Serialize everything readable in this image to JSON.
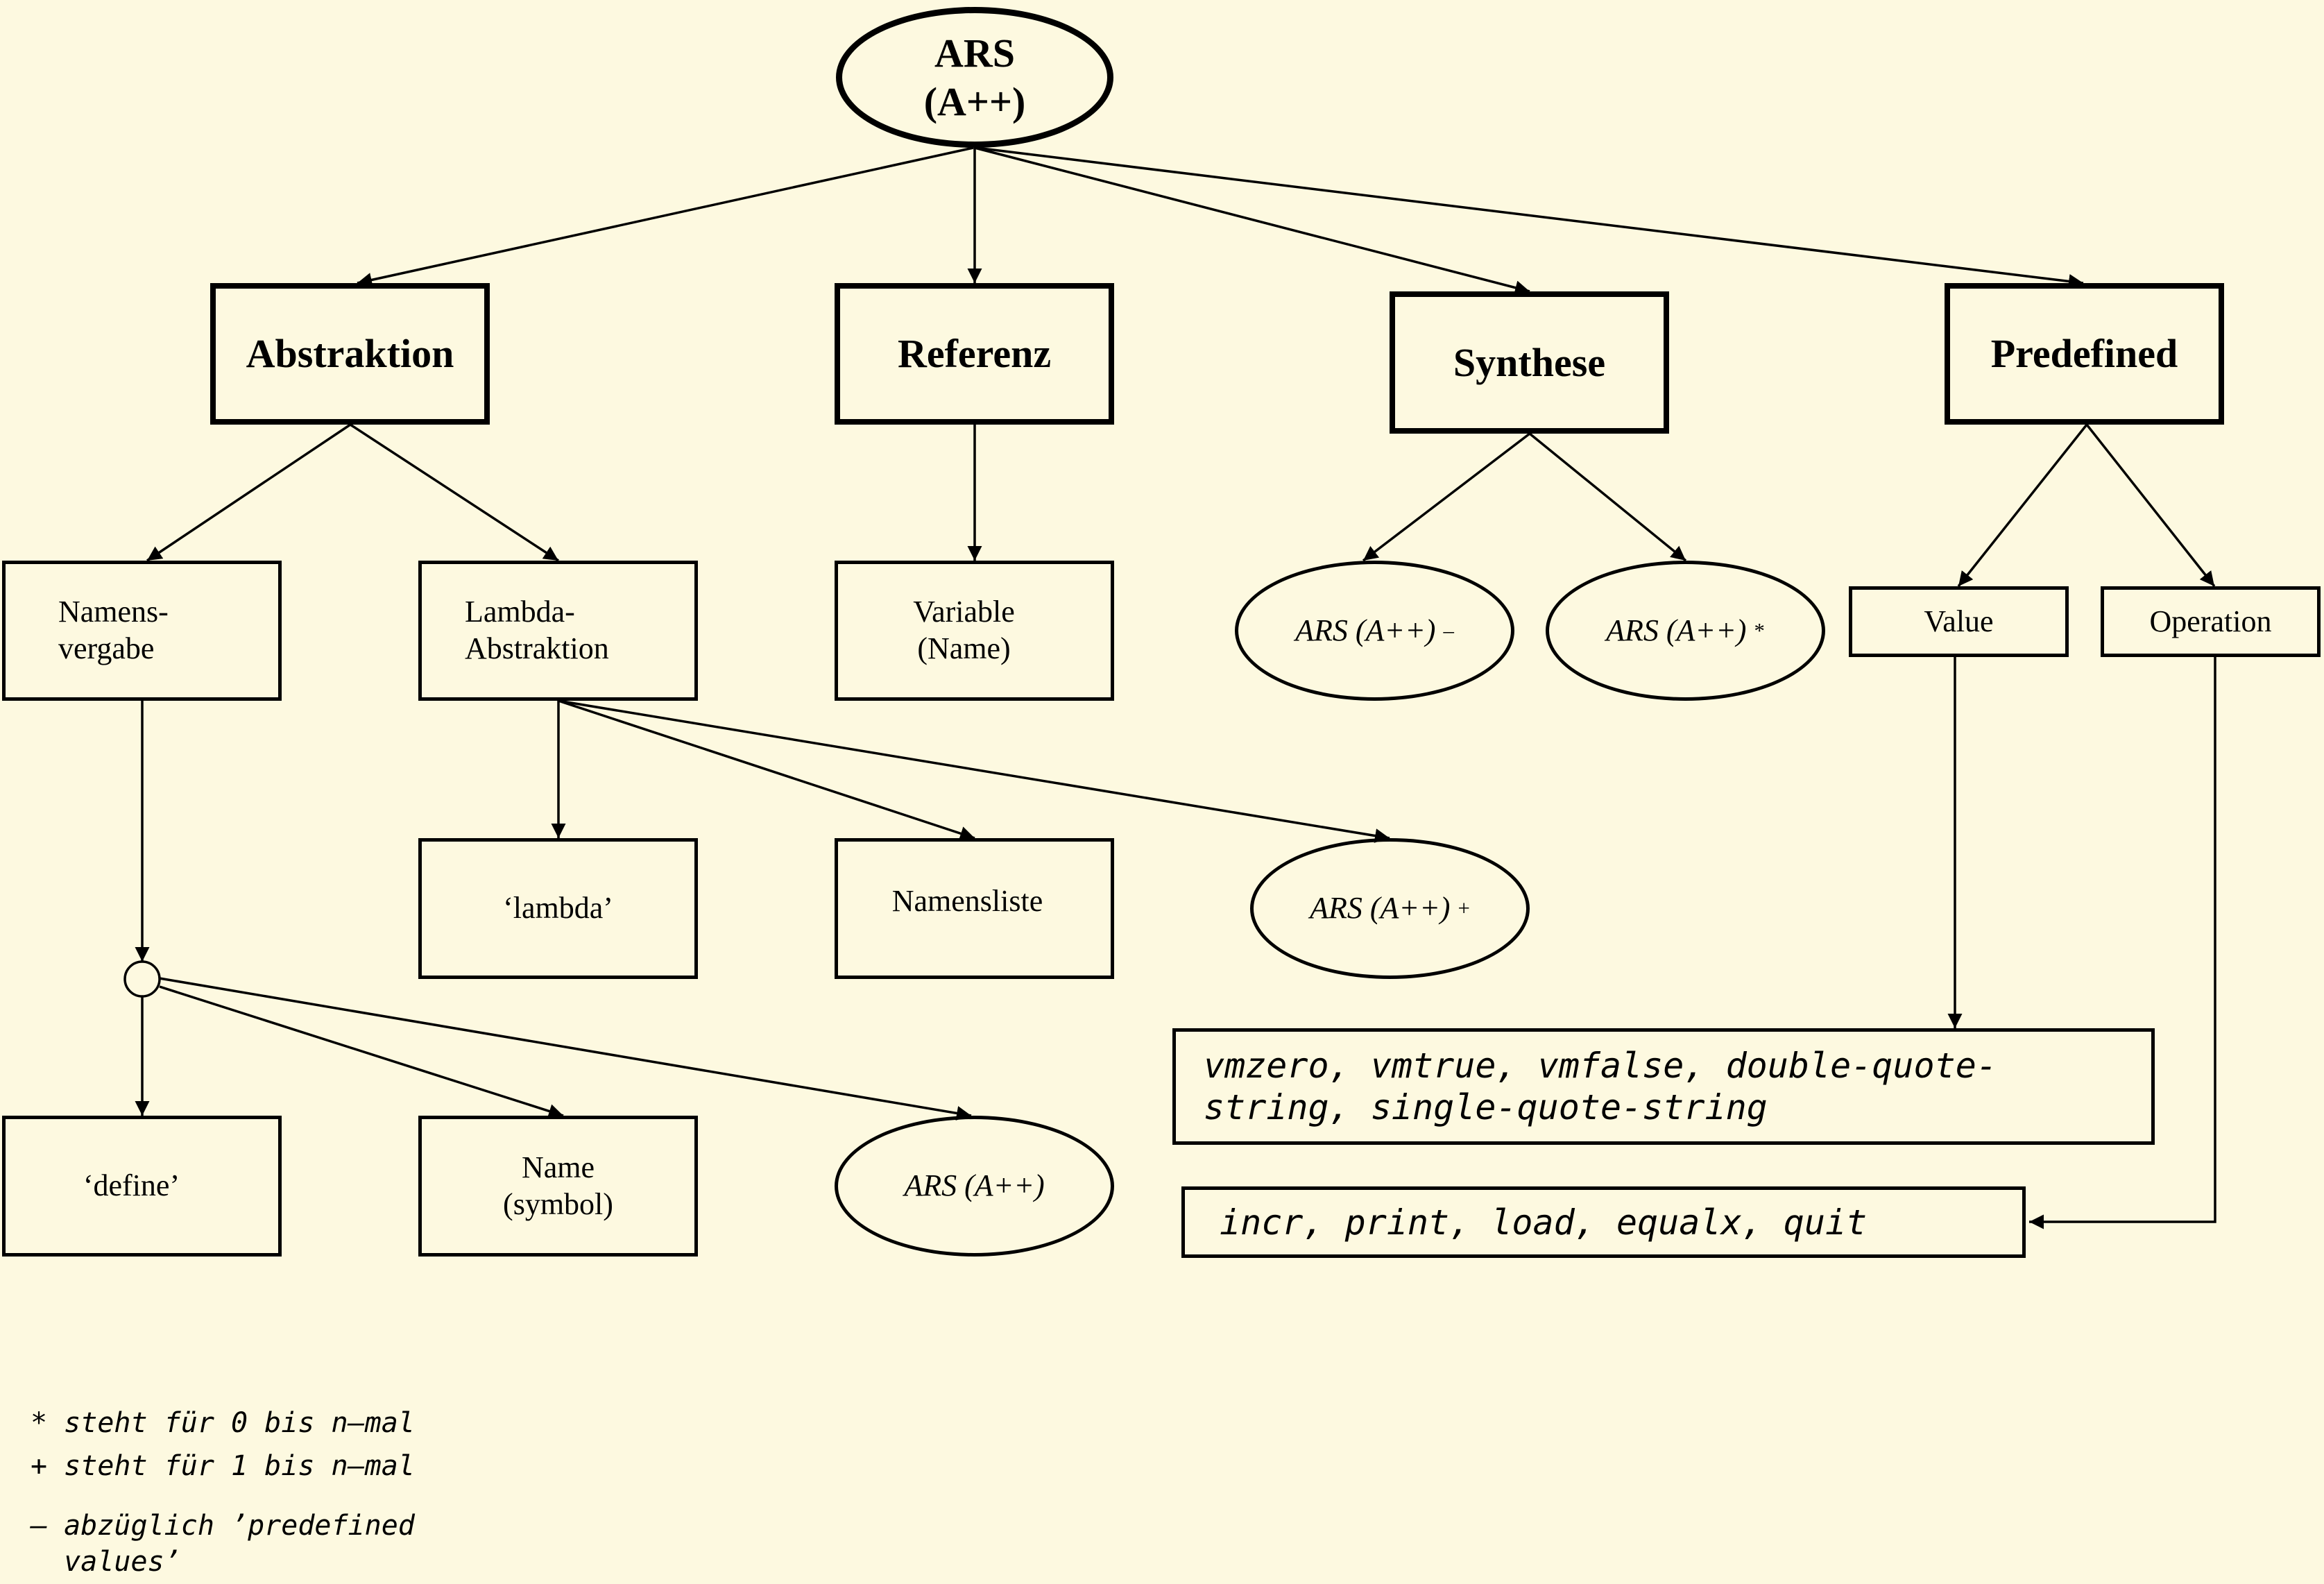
{
  "root": "ARS\n(A++)",
  "level1": {
    "abstraktion": "Abstraktion",
    "referenz": "Referenz",
    "synthese": "Synthese",
    "predefined": "Predefined"
  },
  "abstraktion_children": {
    "namensvergabe": "Namens-\nvergabe",
    "lambda_abstraktion": "Lambda-\nAbstraktion"
  },
  "referenz_child": "Variable\n(Name)",
  "synthese_children": [
    {
      "label": "ARS (A++)",
      "sup": "–"
    },
    {
      "label": "ARS (A++)",
      "sup": "*"
    }
  ],
  "predefined_children": {
    "value": "Value",
    "operation": "Operation"
  },
  "lambda_children": {
    "lambda": "‘lambda’",
    "namensliste": "Namensliste",
    "ars": {
      "label": "ARS (A++)",
      "sup": "+"
    }
  },
  "define_children": {
    "define": "‘define’",
    "name": "Name\n(symbol)",
    "ars": "ARS (A++)"
  },
  "value_list": "vmzero, vmtrue, vmfalse, double-quote-\nstring, single-quote-string",
  "operation_list": "incr, print, load, equalx, quit",
  "legend": [
    "* steht für 0 bis n–mal",
    "+ steht für 1 bis n–mal",
    "– abzüglich ’predefined\n  values’"
  ]
}
